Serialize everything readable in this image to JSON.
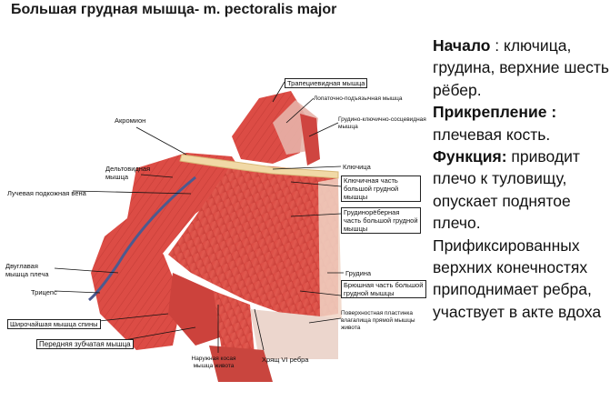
{
  "title": "Большая грудная мышца- m. pectoralis major",
  "labels": {
    "trapezius": "Трапециевидная мышца",
    "omohyoid": "Лопаточно-подъязычная мышца",
    "sternocleido": "Грудино-ключично-сосцевидная мышца",
    "acromion": "Акромион",
    "deltoid": "Дельтовидная мышца",
    "cephalic_vein": "Лучевая подкожная вена",
    "clavicle": "Ключица",
    "clavicular_part": "Ключичная часть большой грудной мышцы",
    "sternocostal_part": "Грудинорёберная часть большой грудной мышцы",
    "biceps": "Двуглавая мышца плеча",
    "triceps": "Трицепс",
    "sternum": "Грудина",
    "abdominal_part": "Брюшная часть большой грудной мышцы",
    "latissimus": "Широчайшая мышца спины",
    "serratus": "Передняя зубчатая мышца",
    "ext_oblique": "Наружная косая мышца живота",
    "rib6": "Хрящ VI ребра",
    "rectus_sheath": "Поверхностная пластинка влагалища прямой мышцы живота"
  },
  "description": {
    "origin_heading": "Начало",
    "origin_text": " : ключица, грудина, верхние шесть рёбер.",
    "insertion_heading": "Прикрепление :",
    "insertion_text": " плечевая кость.",
    "function_heading": "Функция:",
    "function_text": " приводит плечо к туловищу, опускает поднятое плечо. Прификсированных верхних конечностях приподнимает ребра, участвует в акте вдоха"
  }
}
